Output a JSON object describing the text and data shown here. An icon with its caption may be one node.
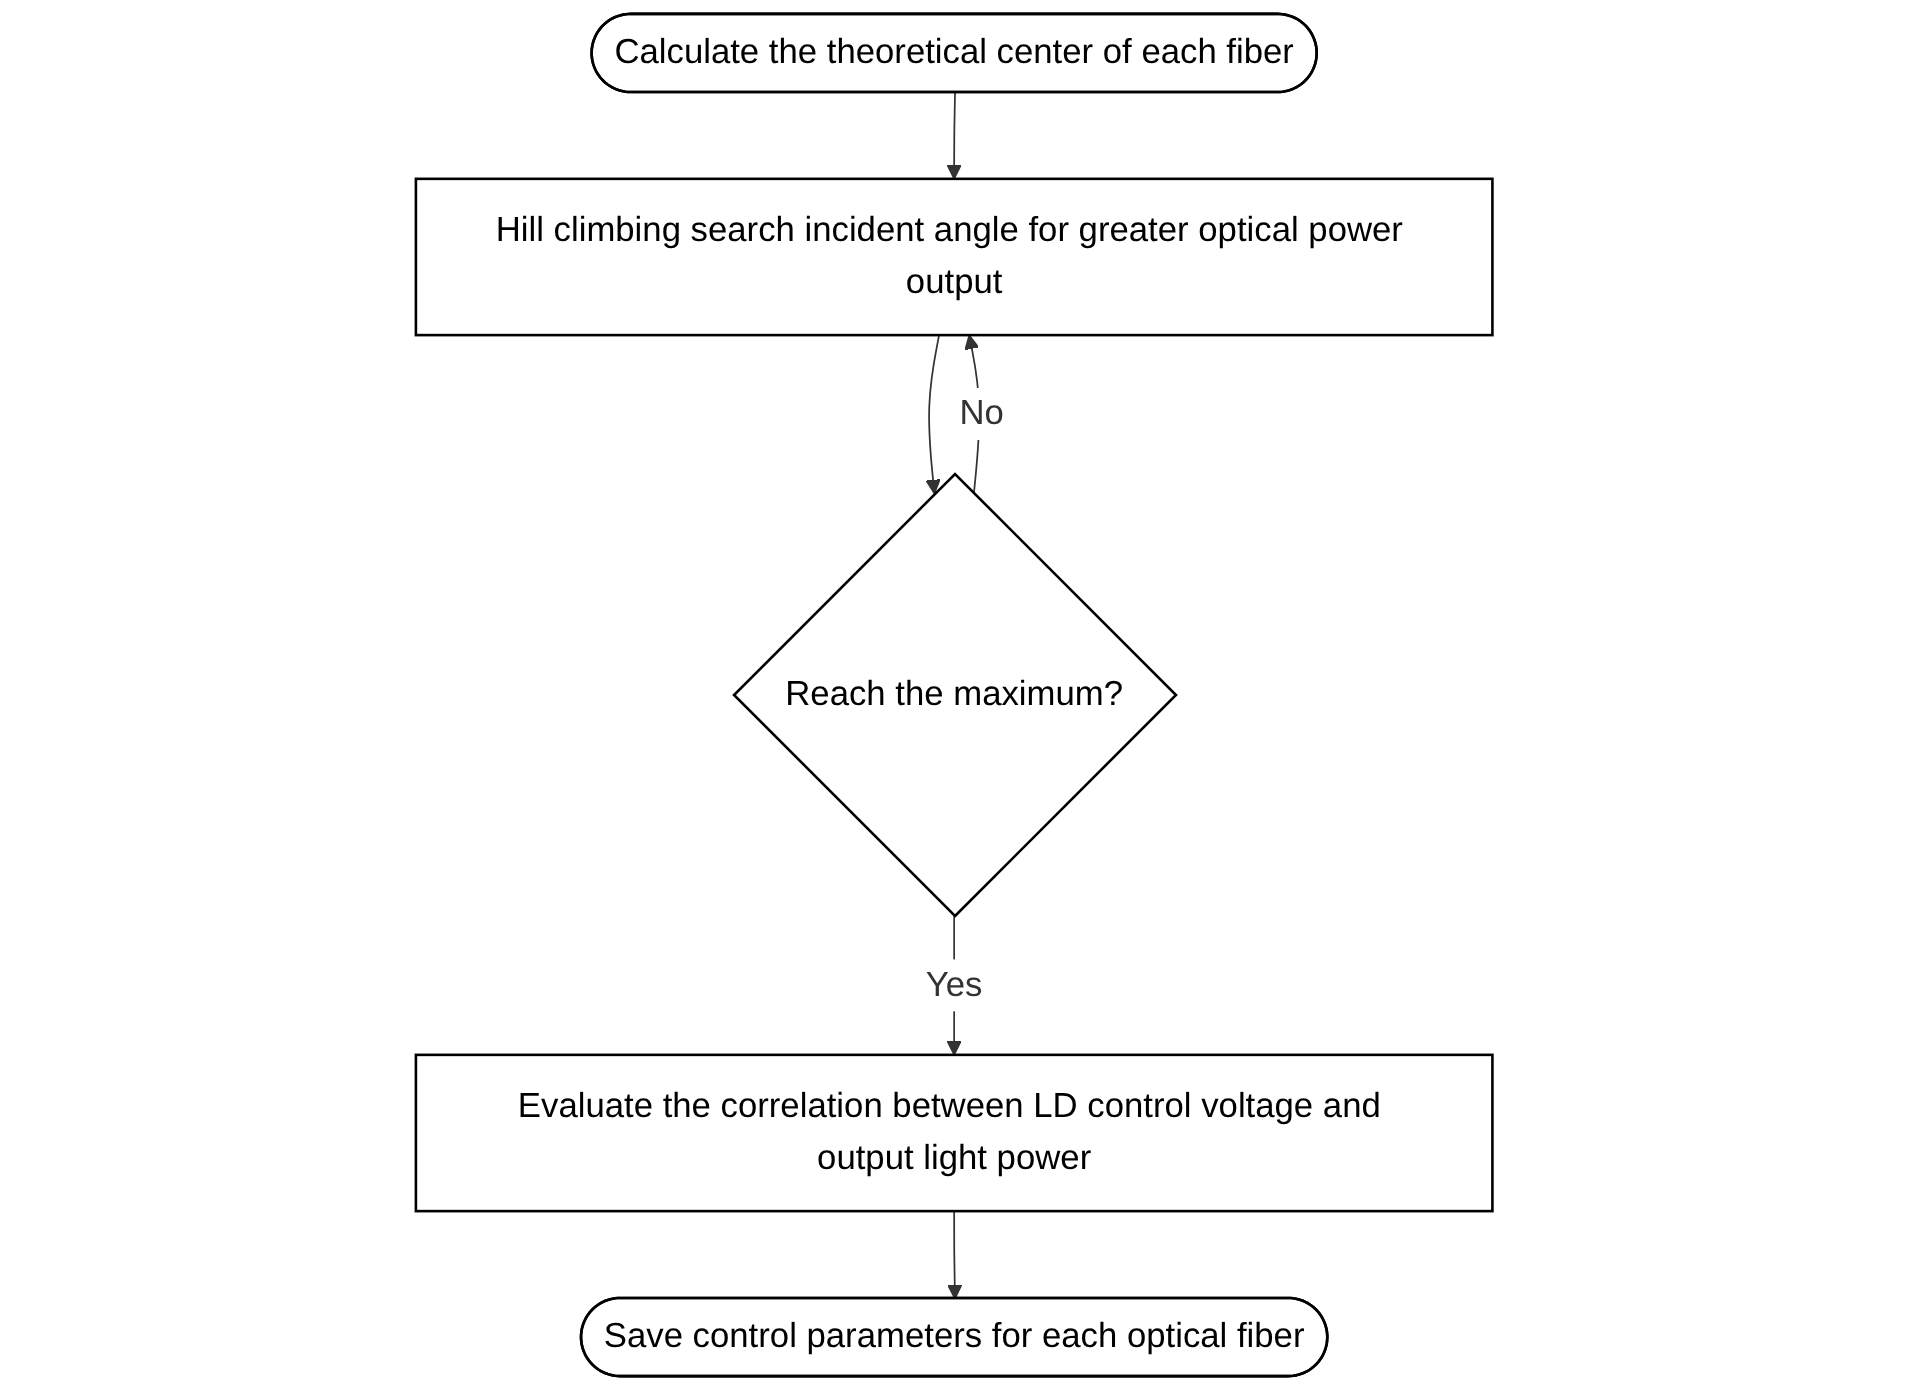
{
  "diagram": {
    "nodes": [
      {
        "text": [
          "Calculate the theoretical center of each fiber"
        ]
      },
      {
        "text": [
          "Hill climbing search incident angle for greater optical power output"
        ]
      },
      {
        "text": [
          "Reach the maximum?"
        ]
      },
      {
        "text": [
          "Evaluate the correlation between LD control voltage and output light power"
        ]
      },
      {
        "text": [
          "Save control parameters for each optical fiber"
        ]
      }
    ],
    "edges": [
      {
        "from": 0,
        "to": 1,
        "arrow": "to"
      },
      {
        "from": 1,
        "to": 2,
        "arrow": "to"
      },
      {
        "from": 2,
        "to": 3,
        "label": "Yes",
        "arrow": "to"
      },
      {
        "from": 2,
        "to": 1,
        "label": "No",
        "arrow": "to"
      },
      {
        "from": 3,
        "to": 4,
        "arrow": "to"
      }
    ]
  }
}
